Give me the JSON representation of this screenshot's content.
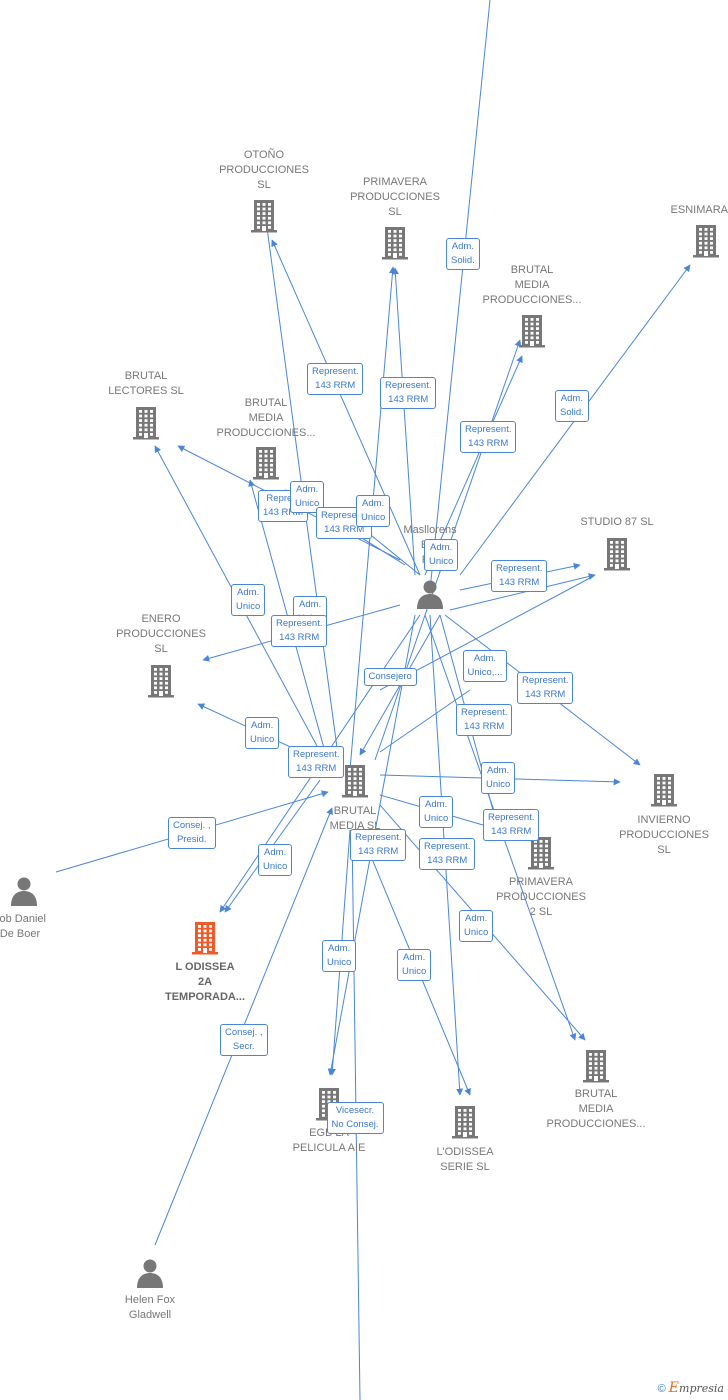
{
  "colors": {
    "edge": "#4a86d8",
    "node": "#777777",
    "main_node": "#f05a28",
    "label_text": "#3a78cf"
  },
  "nodes": [
    {
      "id": "otono",
      "type": "company",
      "lines": [
        "OTOÑO",
        "PRODUCCIONES",
        "SL"
      ]
    },
    {
      "id": "primavera",
      "type": "company",
      "lines": [
        "PRIMAVERA",
        "PRODUCCIONES",
        "SL"
      ]
    },
    {
      "id": "esnimara",
      "type": "company",
      "lines": [
        "ESNIMARA"
      ]
    },
    {
      "id": "brutal_top",
      "type": "company",
      "lines": [
        "BRUTAL",
        "MEDIA",
        "PRODUCCIONES..."
      ]
    },
    {
      "id": "lectores",
      "type": "company",
      "lines": [
        "BRUTAL",
        "LECTORES  SL"
      ]
    },
    {
      "id": "brutal_mid",
      "type": "company",
      "lines": [
        "BRUTAL",
        "MEDIA",
        "PRODUCCIONES..."
      ]
    },
    {
      "id": "masllorens",
      "type": "person",
      "lines": [
        "Masllorens",
        "Esc",
        "Rai"
      ]
    },
    {
      "id": "studio87",
      "type": "company",
      "lines": [
        "STUDIO 87 SL"
      ]
    },
    {
      "id": "enero",
      "type": "company",
      "lines": [
        "ENERO",
        "PRODUCCIONES",
        "SL"
      ]
    },
    {
      "id": "brutal_media",
      "type": "company",
      "lines": [
        "BRUTAL",
        "MEDIA SL"
      ]
    },
    {
      "id": "invierno",
      "type": "company",
      "lines": [
        "INVIERNO",
        "PRODUCCIONES",
        "SL"
      ]
    },
    {
      "id": "primavera2",
      "type": "company",
      "lines": [
        "PRIMAVERA",
        "PRODUCCIONES",
        "2  SL"
      ]
    },
    {
      "id": "jacob",
      "type": "person",
      "lines": [
        "cob Daniel",
        "De Boer"
      ]
    },
    {
      "id": "lodissea2a",
      "type": "company_main",
      "lines": [
        "L ODISSEA",
        "2A",
        "TEMPORADA..."
      ]
    },
    {
      "id": "egba",
      "type": "company",
      "lines": [
        "EGB LA",
        "PELICULA  AIE"
      ]
    },
    {
      "id": "lodissea_serie",
      "type": "company",
      "lines": [
        "L'ODISSEA",
        "SERIE  SL"
      ]
    },
    {
      "id": "brutal_bottom",
      "type": "company",
      "lines": [
        "BRUTAL",
        "MEDIA",
        "PRODUCCIONES..."
      ]
    },
    {
      "id": "helen",
      "type": "person",
      "lines": [
        "Helen Fox",
        "Gladwell"
      ]
    }
  ],
  "edge_labels": [
    {
      "lines": [
        "Adm.",
        "Solid."
      ]
    },
    {
      "lines": [
        "Represent.",
        "143 RRM"
      ]
    },
    {
      "lines": [
        "Represent.",
        "143 RRM"
      ]
    },
    {
      "lines": [
        "Represent.",
        "143 RRM"
      ]
    },
    {
      "lines": [
        "Adm.",
        "Solid."
      ]
    },
    {
      "lines": [
        "Repres.",
        "143 RRM"
      ]
    },
    {
      "lines": [
        "Adm.",
        "Unico"
      ]
    },
    {
      "lines": [
        "Represent.",
        "143 RRM"
      ]
    },
    {
      "lines": [
        "Adm.",
        "Unico"
      ]
    },
    {
      "lines": [
        "Adm.",
        "Unico"
      ]
    },
    {
      "lines": [
        "Represent.",
        "143 RRM"
      ]
    },
    {
      "lines": [
        "Adm.",
        "Unico"
      ]
    },
    {
      "lines": [
        "Adm.",
        "Unico"
      ]
    },
    {
      "lines": [
        "Represent.",
        "143 RRM"
      ]
    },
    {
      "lines": [
        "Consejero"
      ]
    },
    {
      "lines": [
        "Adm.",
        "Unico,..."
      ]
    },
    {
      "lines": [
        "Represent.",
        "143 RRM"
      ]
    },
    {
      "lines": [
        "Represent.",
        "143 RRM"
      ]
    },
    {
      "lines": [
        "Adm.",
        "Unico"
      ]
    },
    {
      "lines": [
        "Represent.",
        "143 RRM"
      ]
    },
    {
      "lines": [
        "Adm.",
        "Unico"
      ]
    },
    {
      "lines": [
        "Adm.",
        "Unico"
      ]
    },
    {
      "lines": [
        "Represent.",
        "143 RRM"
      ]
    },
    {
      "lines": [
        "Represent.",
        "143 RRM"
      ]
    },
    {
      "lines": [
        "Represent.",
        "143 RRM"
      ]
    },
    {
      "lines": [
        "Consej. ,",
        "Presid."
      ]
    },
    {
      "lines": [
        "Adm.",
        "Unico"
      ]
    },
    {
      "lines": [
        "Adm.",
        "Unico"
      ]
    },
    {
      "lines": [
        "Adm.",
        "Unico"
      ]
    },
    {
      "lines": [
        "Adm.",
        "Unico"
      ]
    },
    {
      "lines": [
        "Consej. ,",
        "Secr."
      ]
    },
    {
      "lines": [
        "Vicesecr.",
        "No Consej."
      ]
    }
  ],
  "footer": {
    "copyright": "©",
    "brand_initial": "E",
    "brand_rest": "mpresia"
  }
}
